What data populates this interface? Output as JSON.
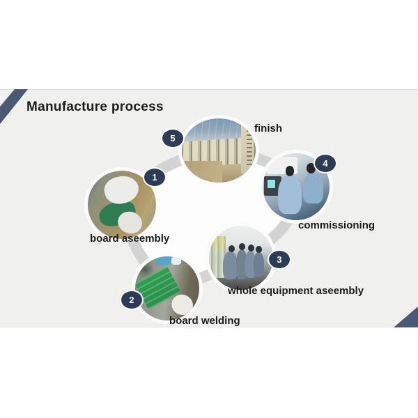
{
  "slide": {
    "title": "Manufacture process",
    "title_color": "#1b1b1b",
    "background": "#f0f0ef",
    "page_background": "#ffffff",
    "accent_color": "#4a5a74",
    "badge_color": "#2c3c57",
    "badge_text_color": "#ffffff",
    "connector_color": "#d3d3d3",
    "cloud_color": "#fdfdfd"
  },
  "steps": [
    {
      "number": "1",
      "label": "board aseembly",
      "image": "worker-hands-assembling-circuit-board"
    },
    {
      "number": "2",
      "label": "board welding",
      "image": "gloved-hand-holding-green-pcb"
    },
    {
      "number": "3",
      "label": "whole equipment aseembly",
      "image": "workers-assembling-equipment-racks"
    },
    {
      "number": "4",
      "label": "commissioning",
      "image": "technicians-testing-at-control-desk"
    },
    {
      "number": "5",
      "label": "finish",
      "image": "factory-floor-rows-of-cabinets"
    }
  ]
}
